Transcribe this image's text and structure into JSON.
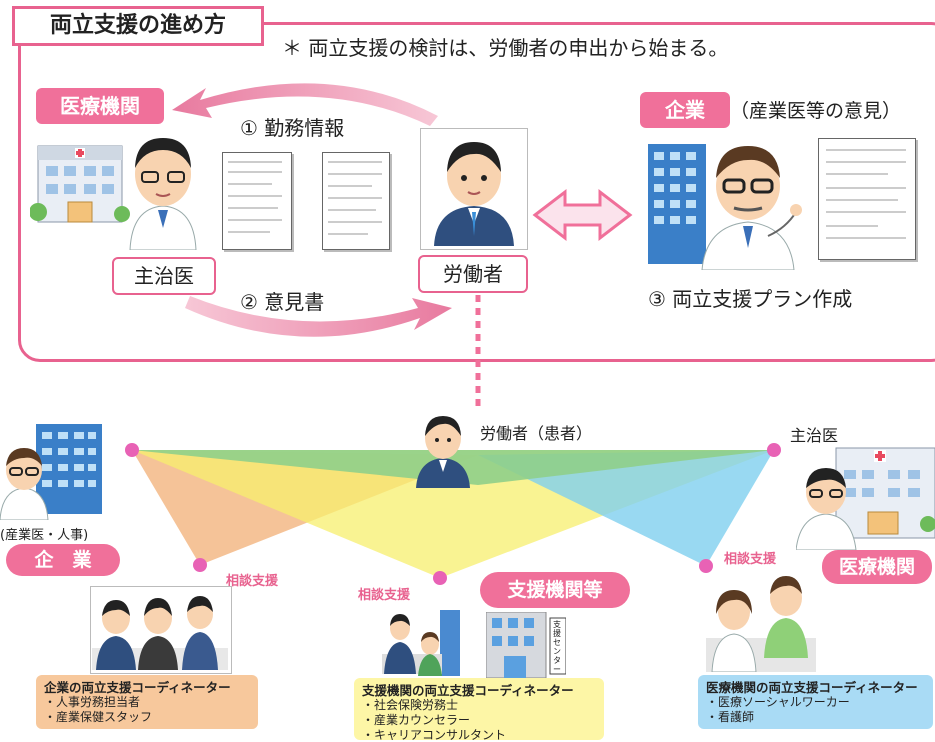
{
  "top": {
    "title": "両立支援の進め方",
    "note": "＊ 両立支援の検討は、労働者の申出から始まる。",
    "medical_label": "医療機関",
    "step1": "① 勤務情報",
    "step2": "② 意見書",
    "step3": "③ 両立支援プラン作成",
    "doctor_label": "主治医",
    "worker_label": "労働者",
    "company_label": "企業",
    "company_note": "（産業医等の意見）"
  },
  "bottom": {
    "worker_patient": "労働者（患者）",
    "doctor": "主治医",
    "company_staff": "(産業医・人事)",
    "company_badge": "企　業",
    "medical_badge": "医療機関",
    "support_badge": "支援機関等",
    "consult_left": "相談支援",
    "consult_center": "相談支援",
    "consult_right": "相談支援",
    "company_coord": {
      "title": "企業の両立支援コーディネーター",
      "items": [
        "・人事労務担当者",
        "・産業保健スタッフ"
      ]
    },
    "support_coord": {
      "title": "支援機関の両立支援コーディネーター",
      "items": [
        "・社会保険労務士",
        "・産業カウンセラー",
        "・キャリアコンサルタント"
      ]
    },
    "medical_coord": {
      "title": "医療機関の両立支援コーディネーター",
      "items": [
        "・医療ソーシャルワーカー",
        "・看護師"
      ]
    },
    "center_sign": "支援センター"
  },
  "colors": {
    "pink": "#f0709a",
    "panel_border": "#e8628f",
    "green_triangle": "#8fcf8a",
    "orange_triangle": "#f2b47e",
    "yellow_triangle": "#f7ef6e",
    "blue_triangle": "#7fd0ef",
    "company_box": "#f7c89c",
    "support_box": "#fdf6a6",
    "medical_box": "#a9dbf5"
  }
}
